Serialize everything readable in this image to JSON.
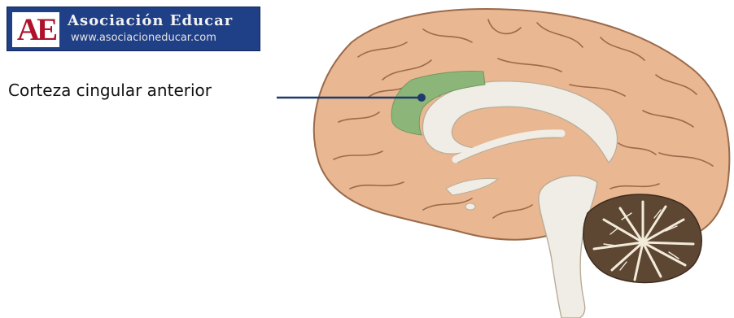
{
  "logo": {
    "mark": "AE",
    "name": "Asociación Educar",
    "url": "www.asociacioneducar.com"
  },
  "diagram": {
    "label": "Corteza cingular anterior",
    "colors": {
      "cortex": "#e9b791",
      "cortex_outline": "#9b6a4a",
      "white_matter": "#f0ede6",
      "highlight": "#8cb579",
      "leader_line": "#1f3a6e",
      "cerebellum_dark": "#5d4632",
      "cerebellum_light": "#f2ebda"
    }
  }
}
